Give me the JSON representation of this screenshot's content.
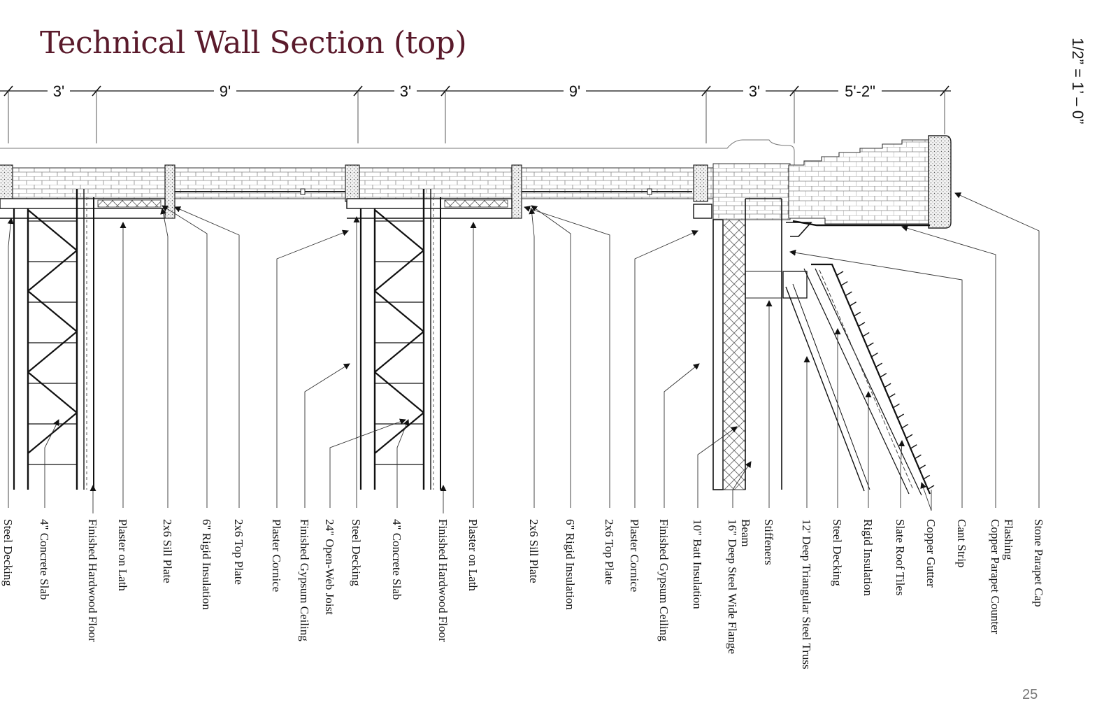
{
  "title": "Technical Wall Section (top)",
  "scale": "1/2” = 1’ – 0”",
  "page_number": "25",
  "dimensions": [
    "3'",
    "9'",
    "3'",
    "9'",
    "3'",
    "5'-2\""
  ],
  "callouts": [
    [
      "Steel Decking"
    ],
    [
      "4\" Concrete Slab"
    ],
    [
      "Finished Hardwood Floor"
    ],
    [
      "Plaster on Lath"
    ],
    [
      "2x6 Sill Plate"
    ],
    [
      "6\" Rigid Insulation"
    ],
    [
      "2x6 Top Plate"
    ],
    [
      "Plaster Cornice"
    ],
    [
      "Finished Gypsum Ceiling"
    ],
    [
      "24\" Open-Web Joist"
    ],
    [
      "Steel Decking"
    ],
    [
      "4\" Concrete Slab"
    ],
    [
      "Finished Hardwood Floor"
    ],
    [
      "Plaster on Lath"
    ],
    [
      "2x6 Sill Plate"
    ],
    [
      "6\" Rigid Insulation"
    ],
    [
      "2x6 Top Plate"
    ],
    [
      "Plaster Cornice"
    ],
    [
      "Finished Gypsum Ceiling"
    ],
    [
      "10\" Batt Insulation"
    ],
    [
      "16\" Deep Steel Wide Flange",
      "Beam"
    ],
    [
      "Stiffeners"
    ],
    [
      "12' Deep Triangular Steel Truss"
    ],
    [
      "Steel Decking"
    ],
    [
      "Rigid Insulation"
    ],
    [
      "Slate Roof Tiles"
    ],
    [
      "Copper Gutter"
    ],
    [
      "Cant Strip"
    ],
    [
      "Copper Parapet Counter",
      "Flashing"
    ],
    [
      "Stone Parapet Cap"
    ]
  ]
}
